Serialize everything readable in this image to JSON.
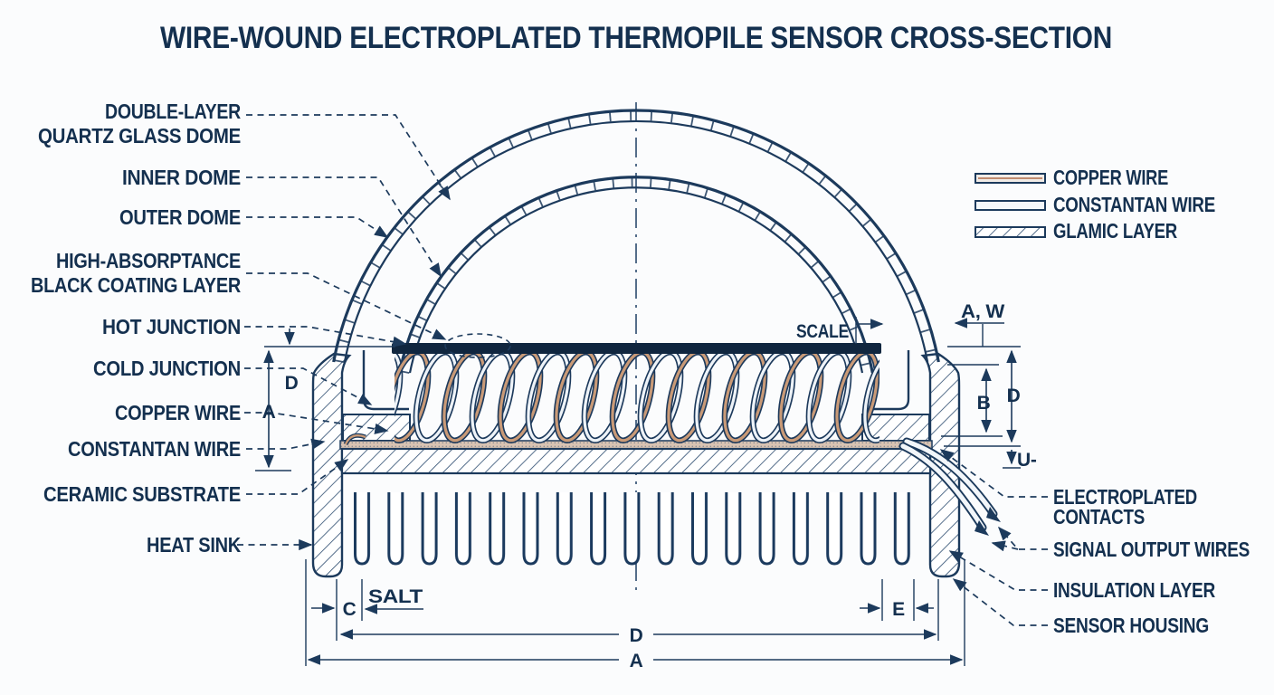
{
  "title": "WIRE-WOUND ELECTROPLATED THERMOPILE SENSOR CROSS-SECTION",
  "left_callouts": {
    "dome_line1": "DOUBLE-LAYER",
    "dome_line2": "QUARTZ GLASS DOME",
    "inner_dome": "INNER DOME",
    "outer_dome": "OUTER DOME",
    "coating_line1": "HIGH-ABSORPTANCE",
    "coating_line2": "BLACK COATING LAYER",
    "hot_junction": "HOT JUNCTION",
    "cold_junction": "COLD JUNCTION",
    "copper_wire": "COPPER WIRE",
    "constantan_wire": "CONSTANTAN WIRE",
    "ceramic_substrate": "CERAMIC SUBSTRATE",
    "heat_sink": "HEAT SINK"
  },
  "right_callouts": {
    "contacts_line1": "ELECTROPLATED",
    "contacts_line2": "CONTACTS",
    "signal_wires": "SIGNAL OUTPUT WIRES",
    "insulation": "INSULATION LAYER",
    "housing": "SENSOR HOUSING"
  },
  "legend": {
    "copper": "COPPER WIRE",
    "constantan": "CONSTANTAN WIRE",
    "glamic": "GLAMIC LAYER"
  },
  "dimensions": {
    "aw": "A, W",
    "scale": "SCALE",
    "b": "B",
    "d_right": "D",
    "u": "U-",
    "d_left": "D",
    "a_left": "A",
    "c": "C",
    "salt": "SALT",
    "e": "E",
    "d_bottom": "D",
    "a_bottom": "A"
  },
  "colors": {
    "line_navy": "#1c3a5c",
    "text_navy": "#14304f",
    "black_coating": "#10263f",
    "copper": "#c99a77",
    "copper_light": "#ecdacb",
    "constantan": "#eef3f8",
    "rail_tan": "#d9c3b2",
    "background": "#fbfcfd"
  }
}
